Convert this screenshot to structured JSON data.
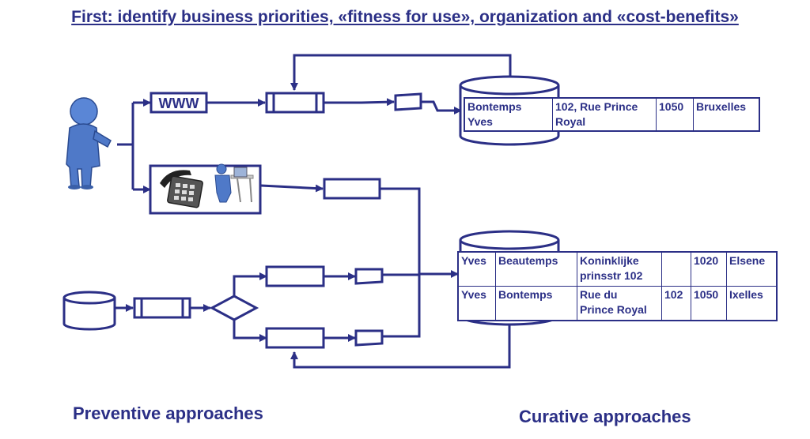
{
  "title": "First: identify business priorities, «fitness for use», organization and «cost-benefits»",
  "web_label": "WWW",
  "table_top": {
    "rows": [
      [
        "Bontemps\nYves",
        "102, Rue Prince\nRoyal",
        "1050",
        "Bruxelles"
      ]
    ]
  },
  "table_bottom": {
    "rows": [
      [
        "Yves",
        "Beautemps",
        "Koninklijke\nprinsstr 102",
        "",
        "1020",
        "Elsene"
      ],
      [
        "Yves",
        "Bontemps",
        "Rue du\nPrince Royal",
        "102",
        "1050",
        "Ixelles"
      ]
    ]
  },
  "captions": {
    "preventive": "Preventive approaches",
    "curative": "Curative approaches"
  },
  "colors": {
    "line": "#2b2f86",
    "person_blue": "#4f79c8",
    "title": "#2b2f86"
  },
  "icons": [
    "person-icon",
    "telephone-icon",
    "operator-at-desk-icon",
    "database-icon",
    "decision-diamond-icon"
  ]
}
